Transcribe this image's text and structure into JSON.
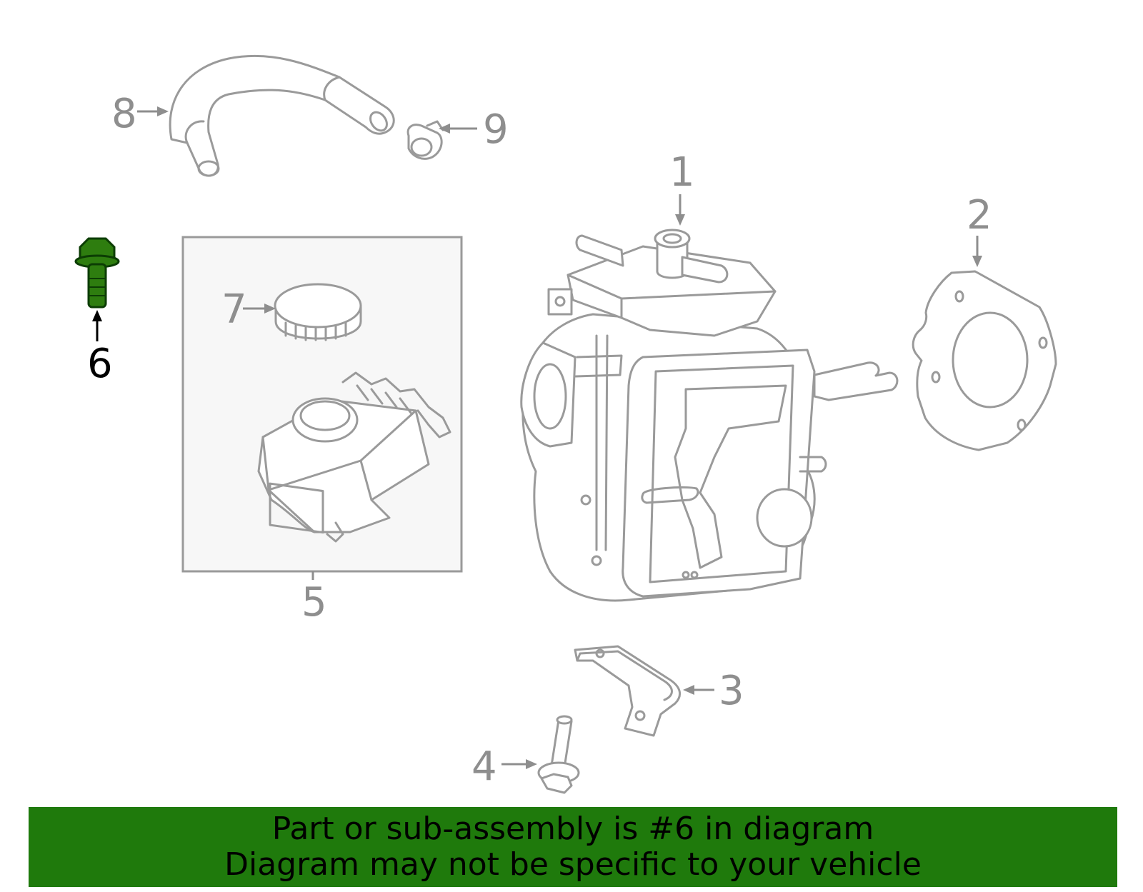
{
  "callouts": {
    "c1": "1",
    "c2": "2",
    "c3": "3",
    "c4": "4",
    "c5": "5",
    "c6": "6",
    "c7": "7",
    "c8": "8",
    "c9": "9"
  },
  "highlight": {
    "part_number": "6",
    "color": "#2e7d0f"
  },
  "banner": {
    "line1": "Part or sub-assembly is #6 in diagram",
    "line2": "Diagram may not be specific to your vehicle",
    "background": "#1f7a0c"
  },
  "colors": {
    "line_art": "#9a9a9a",
    "callout_text": "#8e8e8e",
    "kit_box_fill": "#f7f7f7"
  }
}
